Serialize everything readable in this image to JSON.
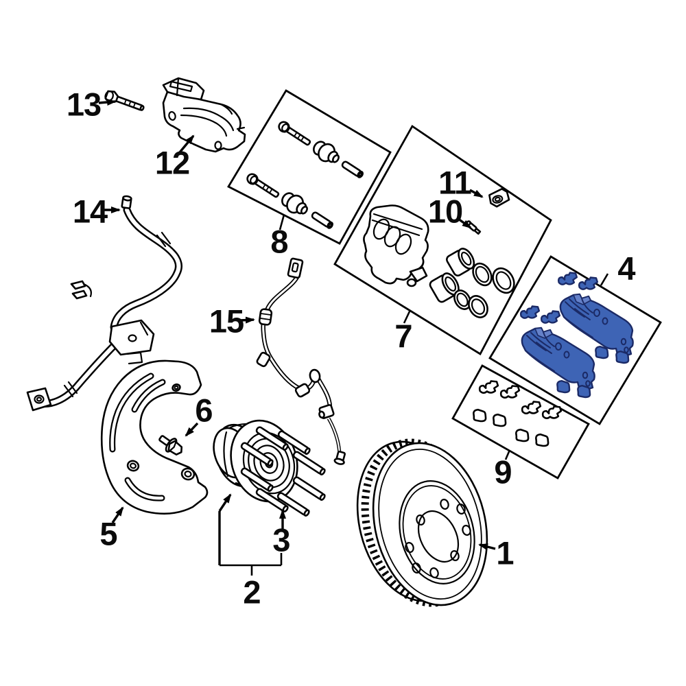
{
  "figure": {
    "kind": "exploded parts diagram",
    "background": "#ffffff",
    "line_color": "#000000",
    "highlight_fill": "#3e64b5",
    "highlight_stroke": "#1b2a66",
    "highlighted_callout": "4"
  },
  "callouts": [
    {
      "number": "1"
    },
    {
      "number": "2"
    },
    {
      "number": "3"
    },
    {
      "number": "4"
    },
    {
      "number": "5"
    },
    {
      "number": "6"
    },
    {
      "number": "7"
    },
    {
      "number": "8"
    },
    {
      "number": "9"
    },
    {
      "number": "10"
    },
    {
      "number": "11"
    },
    {
      "number": "12"
    },
    {
      "number": "13"
    },
    {
      "number": "14"
    },
    {
      "number": "15"
    }
  ]
}
